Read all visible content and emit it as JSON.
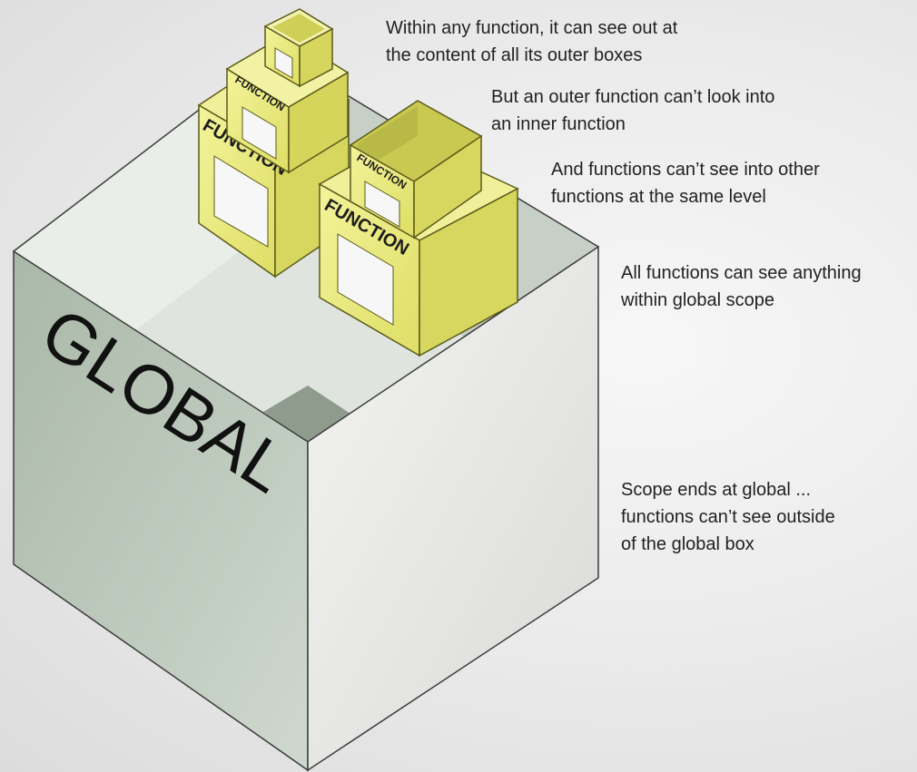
{
  "diagram": {
    "global_label": "GLOBAL",
    "function_label": "FUNCTION",
    "colors": {
      "global_front": "#b7c4b6",
      "global_side": "#e6e6e4",
      "global_top": "#f1f1f0",
      "global_floor": "#a7b2a6",
      "function_yellow": "#ecec7c",
      "function_dark": "#d3d35e",
      "function_outline": "#5b5a1a"
    }
  },
  "notes": [
    {
      "lines": [
        "Within any function, it can see out at",
        "the content of all its outer boxes"
      ]
    },
    {
      "lines": [
        "But an outer function can’t look into",
        "an inner function"
      ]
    },
    {
      "lines": [
        "And functions can’t see into other",
        "functions at the same level"
      ]
    },
    {
      "lines": [
        "All functions can see anything",
        "within global scope"
      ]
    },
    {
      "lines": [
        "Scope ends at global ...",
        "functions can’t see outside",
        "of the global box"
      ]
    }
  ]
}
